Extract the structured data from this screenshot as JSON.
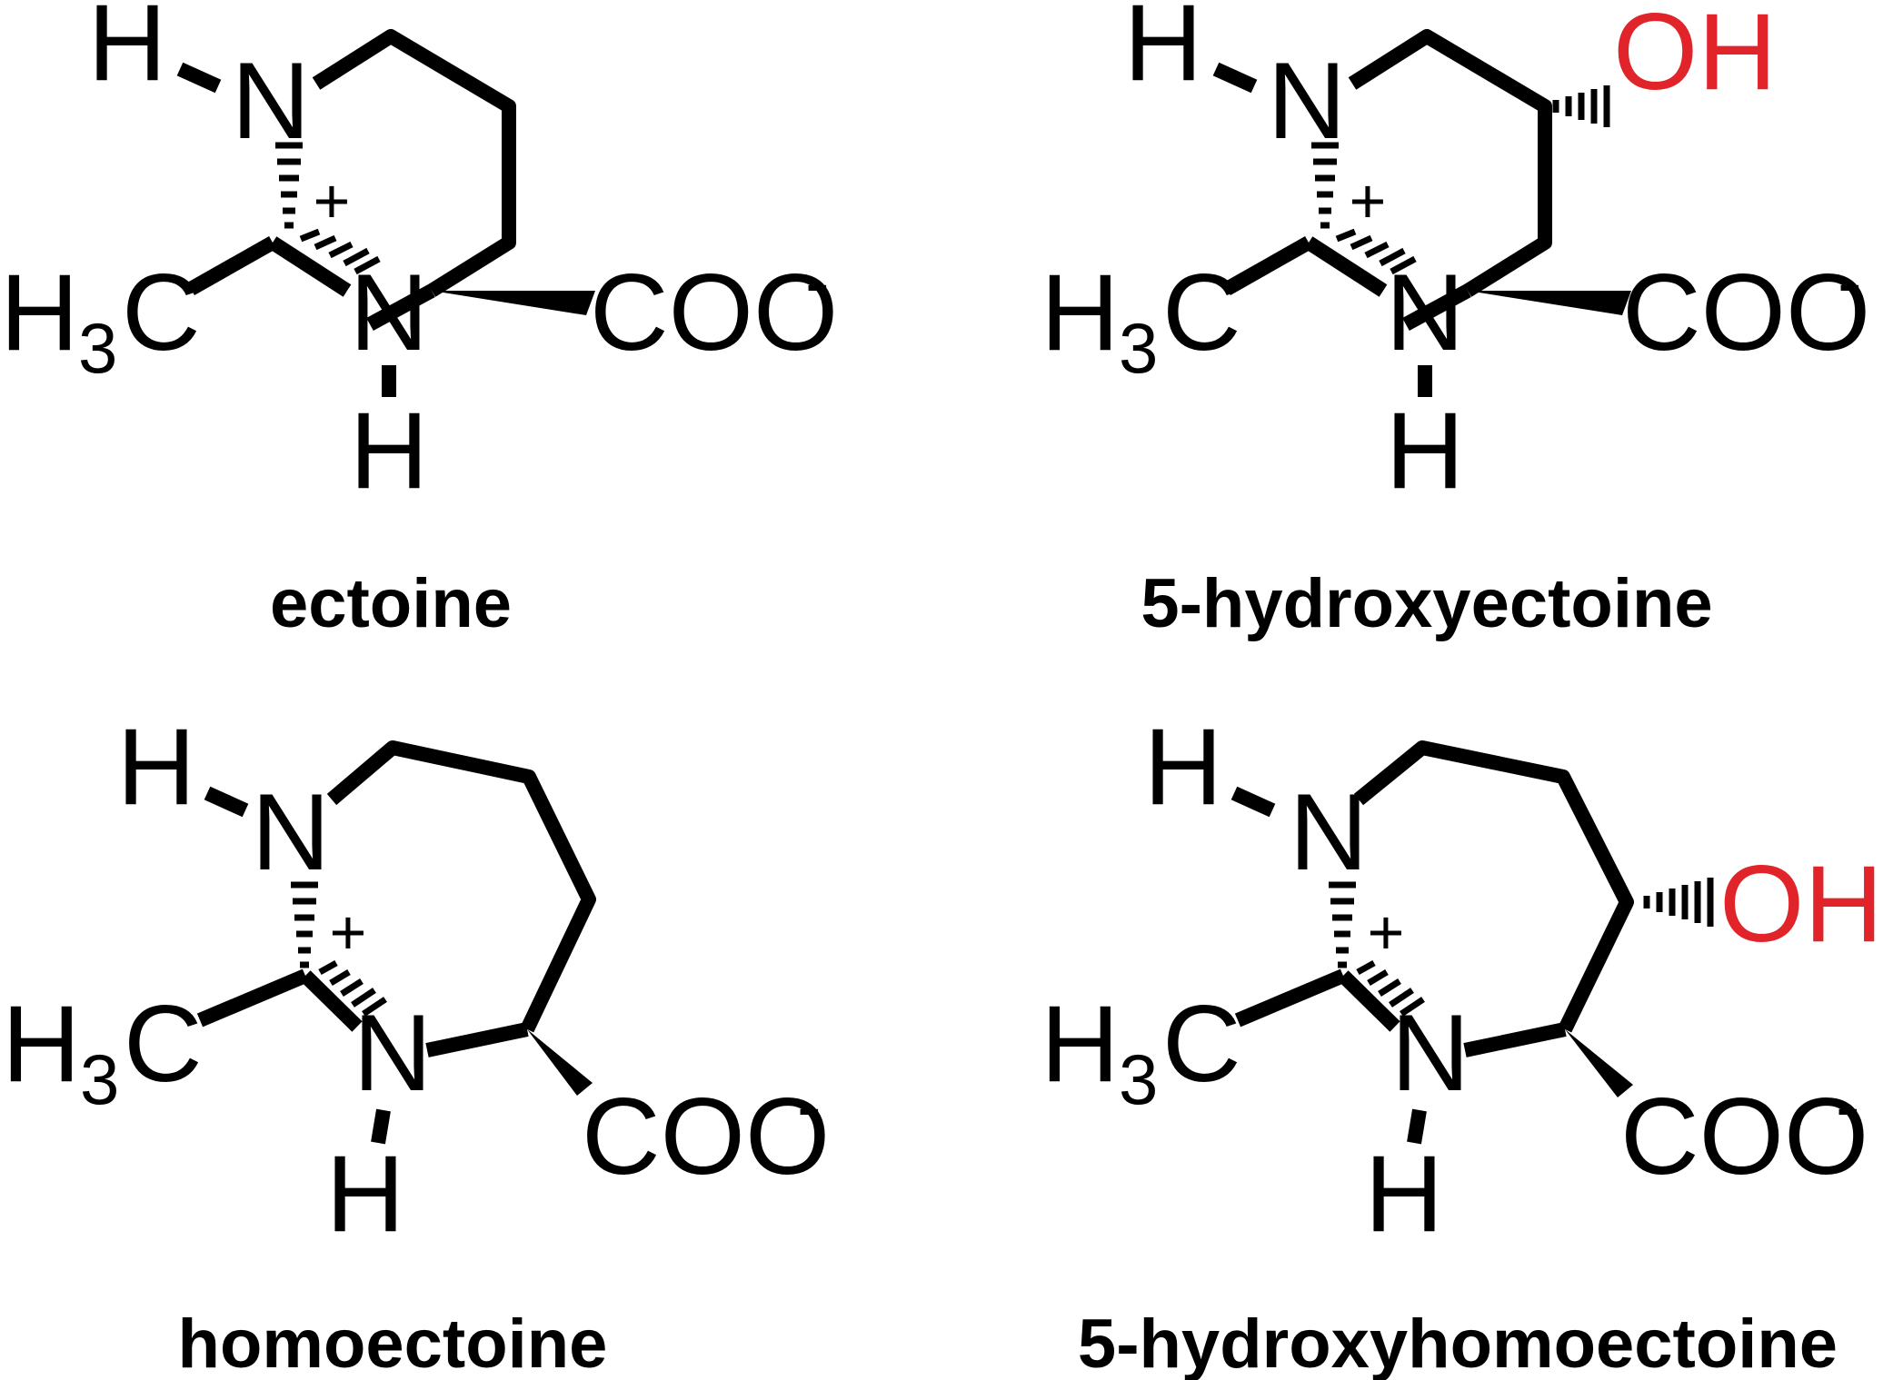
{
  "colors": {
    "text": "#000000",
    "hydroxyl": "#e0242a",
    "background": "#ffffff"
  },
  "atoms": {
    "h": "H",
    "n": "N",
    "c": "C",
    "three": "3",
    "plus": "+",
    "carboxylate": "COO",
    "minus": "-",
    "hydroxyl": "OH"
  },
  "molecules": [
    {
      "name": "ectoine"
    },
    {
      "name": "5-hydroxyectoine"
    },
    {
      "name": "homoectoine"
    },
    {
      "name": "5-hydroxyhomoectoine"
    }
  ]
}
